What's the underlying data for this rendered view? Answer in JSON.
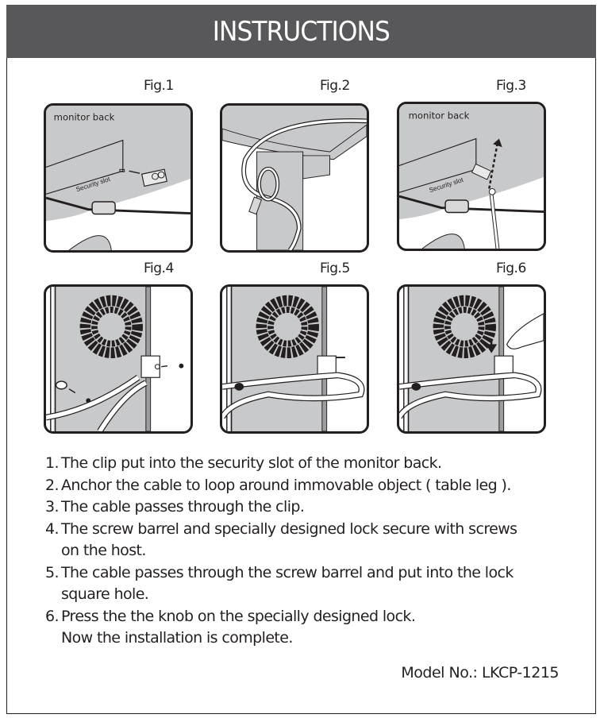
{
  "header": {
    "title": "INSTRUCTIONS"
  },
  "figures": [
    {
      "label": "Fig.1",
      "texts": [
        "monitor back",
        "Security slot"
      ]
    },
    {
      "label": "Fig.2",
      "texts": []
    },
    {
      "label": "Fig.3",
      "texts": [
        "monitor back",
        "Security slot"
      ]
    },
    {
      "label": "Fig.4",
      "texts": []
    },
    {
      "label": "Fig.5",
      "texts": []
    },
    {
      "label": "Fig.6",
      "texts": []
    }
  ],
  "steps": [
    {
      "num": "1.",
      "lines": [
        "The clip put into the security slot of the monitor back."
      ]
    },
    {
      "num": "2.",
      "lines": [
        "Anchor the cable to loop around immovable object ( table leg )."
      ]
    },
    {
      "num": "3.",
      "lines": [
        "The cable passes through the clip."
      ]
    },
    {
      "num": "4.",
      "lines": [
        "The screw barrel and specially designed lock secure with screws",
        "on the host."
      ]
    },
    {
      "num": "5.",
      "lines": [
        "The cable passes through the screw barrel and put into the lock",
        "square hole."
      ]
    },
    {
      "num": "6.",
      "lines": [
        "Press the the knob on the specially designed lock.",
        "Now the installation is complete."
      ]
    }
  ],
  "footer": {
    "model": "Model No.: LKCP-1215"
  },
  "colors": {
    "header_bg": "#58585a",
    "panel_grey": "#c8c9cb",
    "ink": "#231f20"
  }
}
